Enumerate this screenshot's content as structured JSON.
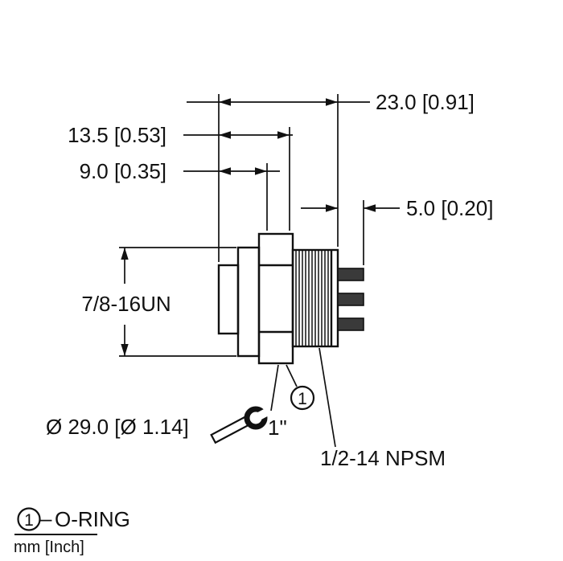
{
  "colors": {
    "ink": "#111111",
    "background": "#ffffff"
  },
  "dims": {
    "overall_length": "23.0 [0.91]",
    "body_length": "13.5 [0.53]",
    "front_length": "9.0 [0.35]",
    "pin_length": "5.0 [0.20]",
    "mounting_thread": "7/8-16UN",
    "flange_diameter": "Ø 29.0 [Ø 1.14]",
    "wrench_size": "1\"",
    "coupling_thread": "1/2-14 NPSM"
  },
  "callout": {
    "number": "1"
  },
  "legend": {
    "number": "1",
    "dash": "–",
    "label": "O-RING"
  },
  "footer": {
    "units": "mm [Inch]"
  }
}
